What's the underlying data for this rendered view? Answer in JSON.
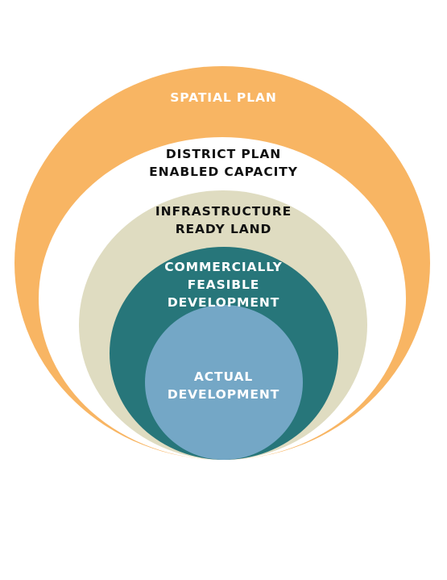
{
  "colors": {
    "spatial": "#f8b563",
    "district": "#ffffff",
    "infra": "#dfdcc1",
    "commercial": "#27767a",
    "actual": "#74a7c6"
  },
  "layers": {
    "spatial": {
      "lines": [
        "SPATIAL PLAN"
      ]
    },
    "district": {
      "lines": [
        "DISTRICT PLAN",
        "ENABLED CAPACITY"
      ]
    },
    "infra": {
      "lines": [
        "INFRASTRUCTURE",
        "READY LAND"
      ]
    },
    "commercial": {
      "lines": [
        "COMMERCIALLY",
        "FEASIBLE",
        "DEVELOPMENT"
      ]
    },
    "actual": {
      "lines": [
        "ACTUAL",
        "DEVELOPMENT"
      ]
    }
  }
}
